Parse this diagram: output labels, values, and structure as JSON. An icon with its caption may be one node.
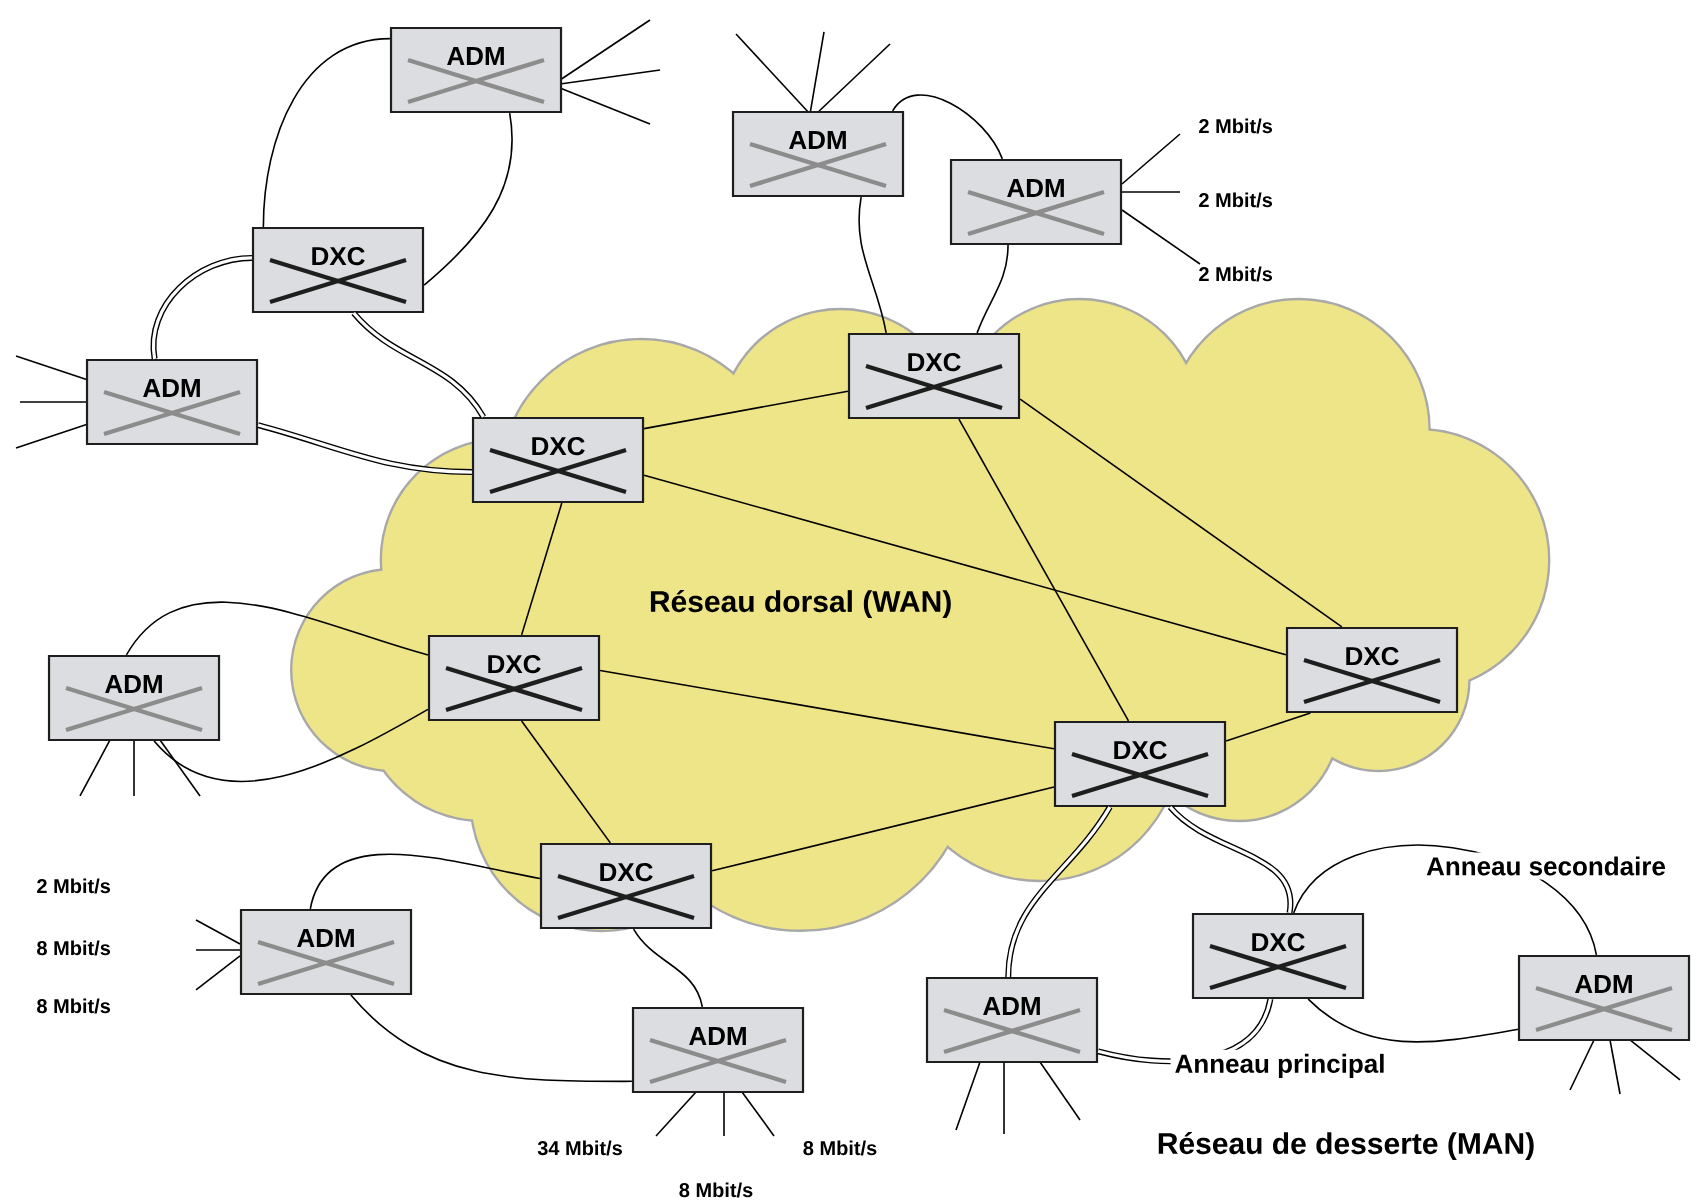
{
  "diagram": {
    "nodes": [
      {
        "text": [
          "Réseau dorsal (WAN)"
        ]
      },
      {
        "text": [
          "ADM"
        ]
      },
      {
        "text": [
          "ADM"
        ]
      },
      {
        "text": [
          "ADM"
        ]
      },
      {
        "text": [
          "DXC"
        ]
      },
      {
        "text": [
          "DXC"
        ],
        "in": 0
      },
      {
        "text": [
          "ADM"
        ]
      },
      {
        "text": [
          "DXC"
        ],
        "in": 0
      },
      {
        "text": [
          "DXC"
        ],
        "in": 0
      },
      {
        "text": [
          "DXC"
        ],
        "in": 0
      },
      {
        "text": [
          "ADM"
        ]
      },
      {
        "text": [
          "DXC"
        ],
        "in": 0
      },
      {
        "text": [
          "DXC"
        ],
        "in": 0
      },
      {
        "text": [
          "ADM"
        ]
      },
      {
        "text": [
          "DXC"
        ]
      },
      {
        "text": [
          "ADM"
        ]
      },
      {
        "text": [
          "ADM"
        ]
      },
      {
        "text": [
          "ADM"
        ]
      }
    ],
    "edges": [
      {
        "from": 1,
        "to": 4,
        "arrow": "none"
      },
      {
        "from": 1,
        "to": 4,
        "arrow": "none"
      },
      {
        "from": 4,
        "to": 6,
        "arrow": "none",
        "style": "thick"
      },
      {
        "from": 4,
        "to": 7,
        "arrow": "none",
        "style": "thick"
      },
      {
        "from": 6,
        "to": 7,
        "arrow": "none",
        "style": "thick"
      },
      {
        "from": 2,
        "to": 5,
        "arrow": "none"
      },
      {
        "from": 2,
        "to": 3,
        "arrow": "none"
      },
      {
        "from": 3,
        "to": 5,
        "arrow": "none"
      },
      {
        "from": 7,
        "to": 5,
        "arrow": "none"
      },
      {
        "from": 7,
        "to": 9,
        "arrow": "none"
      },
      {
        "from": 7,
        "to": 8,
        "arrow": "none"
      },
      {
        "from": 5,
        "to": 11,
        "arrow": "none"
      },
      {
        "from": 5,
        "to": 9,
        "arrow": "none"
      },
      {
        "from": 8,
        "to": 11,
        "arrow": "none"
      },
      {
        "from": 8,
        "to": 12,
        "arrow": "none"
      },
      {
        "from": 12,
        "to": 11,
        "arrow": "none"
      },
      {
        "from": 11,
        "to": 9,
        "arrow": "none"
      },
      {
        "from": 10,
        "to": 8,
        "arrow": "none"
      },
      {
        "from": 10,
        "to": 8,
        "arrow": "none"
      },
      {
        "from": 13,
        "to": 12,
        "arrow": "none"
      },
      {
        "from": 13,
        "to": 17,
        "arrow": "none"
      },
      {
        "from": 12,
        "to": 17,
        "arrow": "none"
      },
      {
        "from": 11,
        "to": 16,
        "arrow": "none",
        "style": "thick"
      },
      {
        "from": 11,
        "to": 14,
        "arrow": "none",
        "style": "thick"
      },
      {
        "from": 14,
        "to": 16,
        "arrow": "none",
        "style": "thick",
        "label": "Anneau principal"
      },
      {
        "from": 14,
        "to": 15,
        "arrow": "none",
        "label": "Anneau secondaire"
      },
      {
        "from": 14,
        "to": 15,
        "arrow": "none"
      }
    ],
    "labels": [
      "2 Mbit/s",
      "2 Mbit/s",
      "2 Mbit/s",
      "2 Mbit/s",
      "8 Mbit/s",
      "8 Mbit/s",
      "34 Mbit/s",
      "8 Mbit/s",
      "Réseau de desserte (MAN)",
      "8 Mbit/s"
    ]
  }
}
